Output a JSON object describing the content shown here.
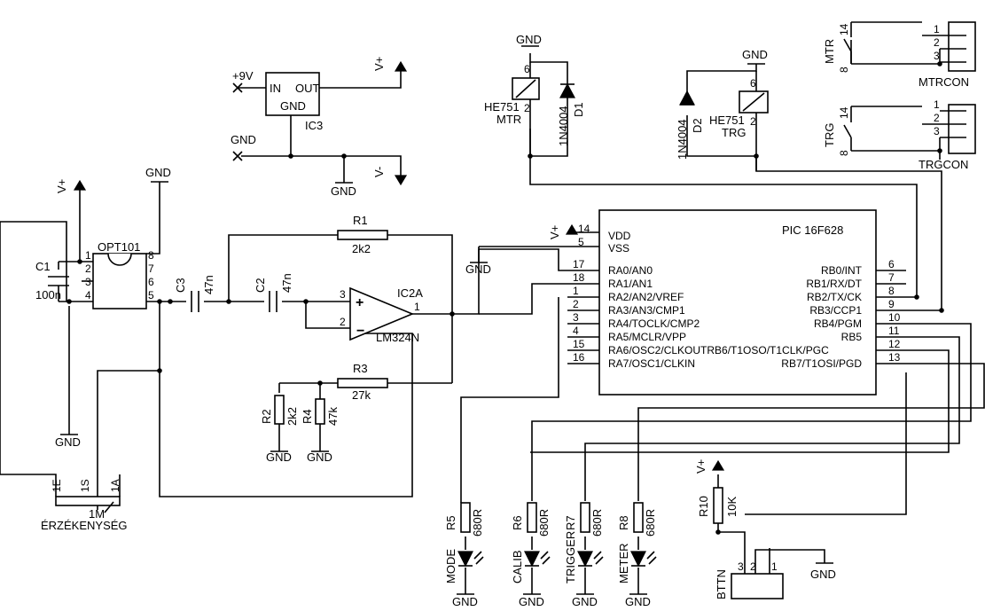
{
  "schematic": {
    "ic3": {
      "ref": "IC3",
      "pin_in": "IN",
      "pin_out": "OUT",
      "pin_gnd": "GND"
    },
    "supply": {
      "plus9v": "+9V",
      "gnd": "GND",
      "vplus": "V+",
      "vminus": "V-"
    },
    "opt101": {
      "ref": "OPT101",
      "pins": [
        "1",
        "2",
        "3",
        "4",
        "5",
        "6",
        "7",
        "8"
      ]
    },
    "c1": {
      "ref": "C1",
      "value": "100n"
    },
    "c2": {
      "ref": "C2",
      "value": "47n"
    },
    "c3": {
      "ref": "C3",
      "value": "47n"
    },
    "r1": {
      "ref": "R1",
      "value": "2k2"
    },
    "r2": {
      "ref": "R2",
      "value": "2k2"
    },
    "r3": {
      "ref": "R3",
      "value": "27k"
    },
    "r4": {
      "ref": "R4",
      "value": "47k"
    },
    "r10": {
      "ref": "R10",
      "value": "10K"
    },
    "opamp": {
      "ref": "IC2A",
      "part": "LM324N",
      "pin_plus": "3",
      "pin_minus": "2",
      "pin_out": "1",
      "plus": "+",
      "minus": "−"
    },
    "pot": {
      "label": "ÉRZÉKENYSÉG",
      "value": "1M",
      "pin_e": "1E",
      "pin_s": "1S",
      "pin_a": "1A"
    },
    "pic": {
      "title": "PIC 16F628",
      "vdd": "VDD",
      "vdd_pin": "14",
      "vss": "VSS",
      "vss_pin": "5",
      "left_pins": [
        {
          "num": "17",
          "name": "RA0/AN0"
        },
        {
          "num": "18",
          "name": "RA1/AN1"
        },
        {
          "num": "1",
          "name": "RA2/AN2/VREF"
        },
        {
          "num": "2",
          "name": "RA3/AN3/CMP1"
        },
        {
          "num": "3",
          "name": "RA4/TOCLK/CMP2"
        },
        {
          "num": "4",
          "name": "RA5/MCLR/VPP"
        },
        {
          "num": "15",
          "name": "RA6/OSC2/CLKOUTRB6/T1OSO/T1CLK/PGC"
        },
        {
          "num": "16",
          "name": "RA7/OSC1/CLKIN"
        }
      ],
      "right_pins": [
        {
          "num": "6",
          "name": "RB0/INT"
        },
        {
          "num": "7",
          "name": "RB1/RX/DT"
        },
        {
          "num": "8",
          "name": "RB2/TX/CK"
        },
        {
          "num": "9",
          "name": "RB3/CCP1"
        },
        {
          "num": "10",
          "name": "RB4/PGM"
        },
        {
          "num": "11",
          "name": "RB5"
        },
        {
          "num": "12",
          "name": ""
        },
        {
          "num": "13",
          "name": "RB7/T1OSI/PGD"
        }
      ]
    },
    "relay_mtr": {
      "part": "HE751",
      "name": "MTR",
      "pin_top": "6",
      "pin_bottom": "2"
    },
    "relay_trg": {
      "part": "HE751",
      "name": "TRG",
      "pin_top": "6",
      "pin_bottom": "2"
    },
    "d1": {
      "ref": "D1",
      "part": "1N4004"
    },
    "d2": {
      "ref": "D2",
      "part": "1N4004"
    },
    "mtrcon": {
      "ref": "MTRCON",
      "switch": "MTR",
      "sw_pin_a": "14",
      "sw_pin_b": "8",
      "pins": [
        "1",
        "2",
        "3"
      ]
    },
    "trgcon": {
      "ref": "TRGCON",
      "switch": "TRG",
      "sw_pin_a": "14",
      "sw_pin_b": "8",
      "pins": [
        "1",
        "2",
        "3"
      ]
    },
    "leds": [
      {
        "name": "MODE",
        "r_ref": "R5",
        "r_value": "680R"
      },
      {
        "name": "CALIB",
        "r_ref": "R6",
        "r_value": "680R"
      },
      {
        "name": "TRIGGER",
        "r_ref": "R7",
        "r_value": "680R"
      },
      {
        "name": "METER",
        "r_ref": "R8",
        "r_value": "680R"
      }
    ],
    "bttn": {
      "ref": "BTTN",
      "pins": [
        "3",
        "2",
        "1"
      ]
    }
  }
}
